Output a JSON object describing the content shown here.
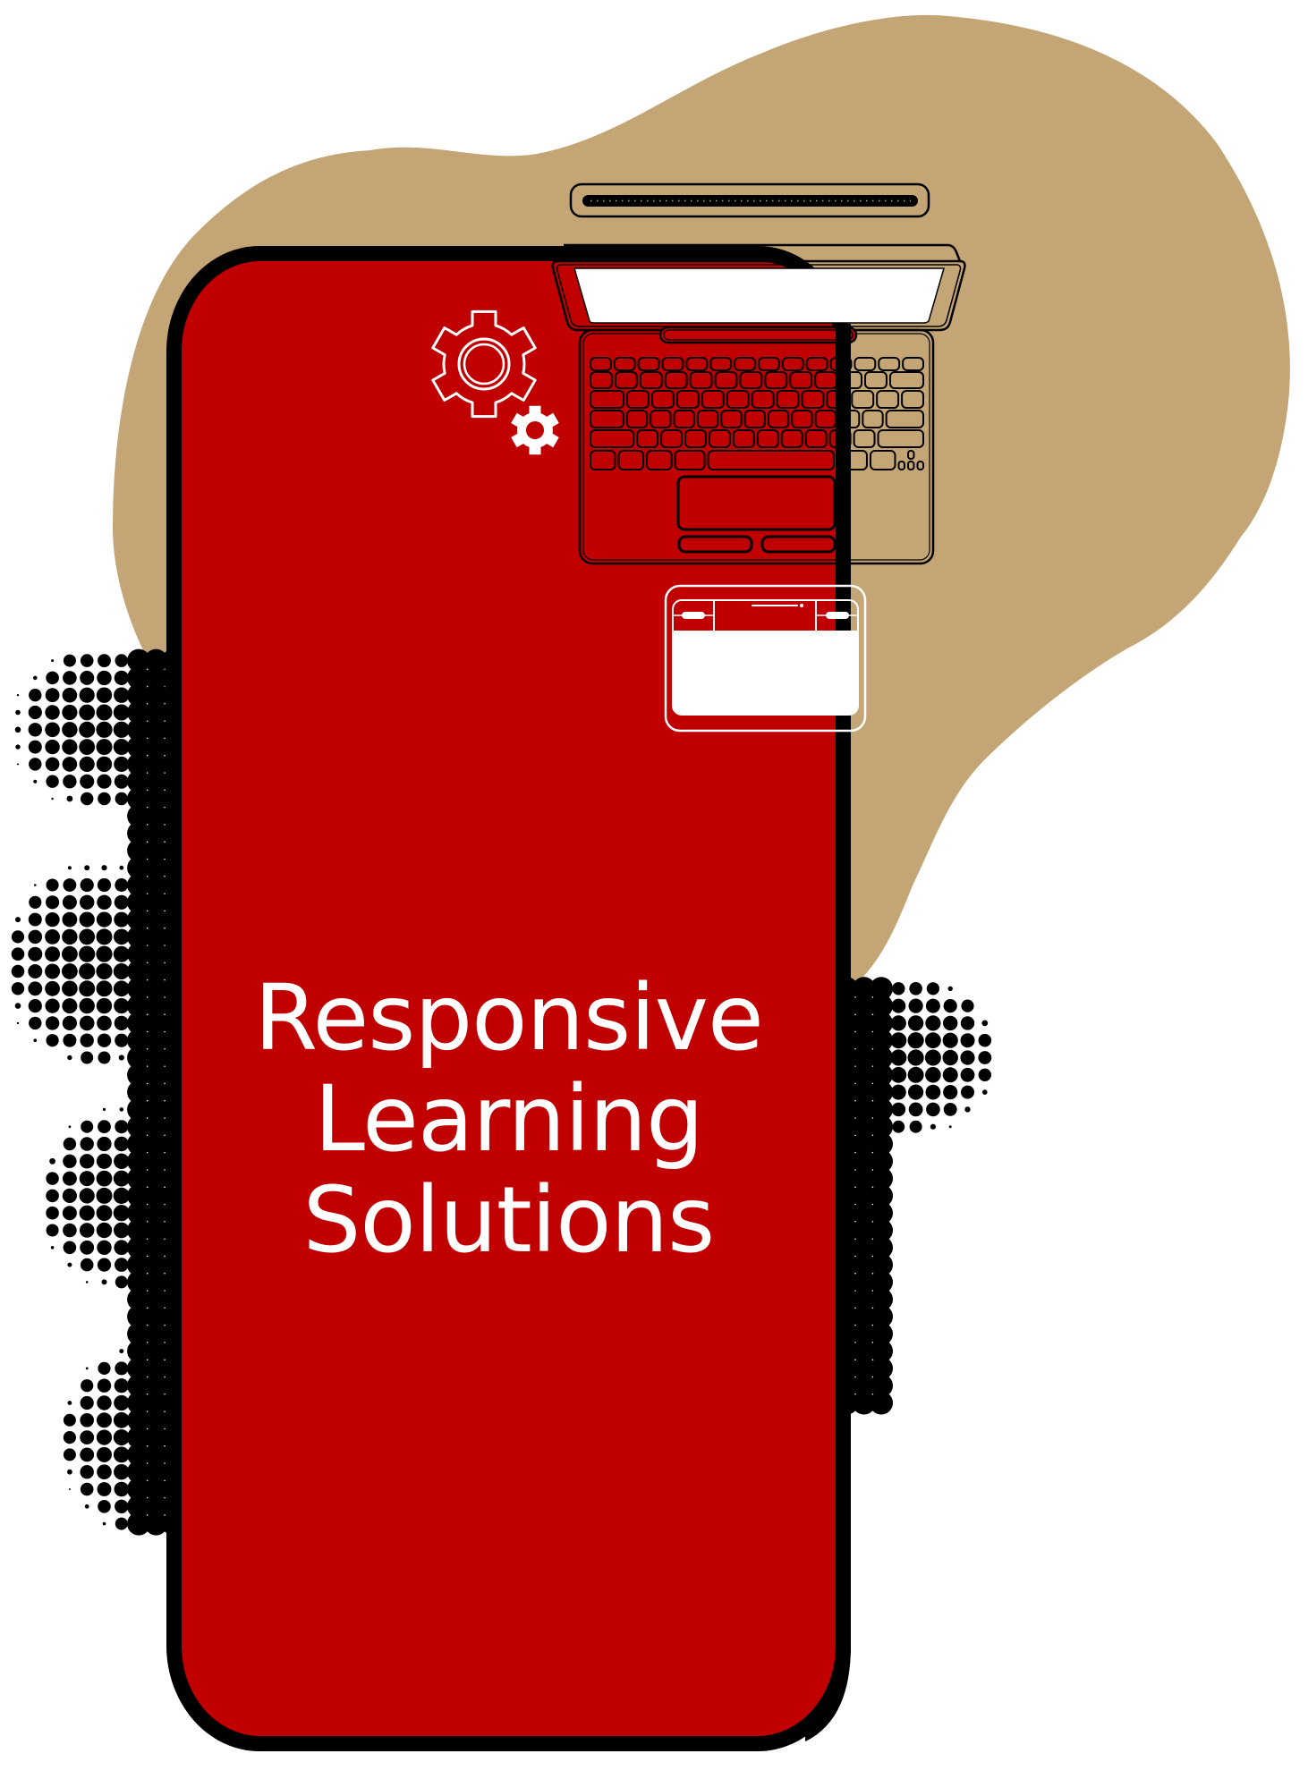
{
  "headline": {
    "lines": [
      "Responsive",
      "Learning",
      "Solutions"
    ]
  },
  "colors": {
    "background": "#FFFFFF",
    "blob": "#C4A575",
    "phone_screen": "#C00000",
    "phone_frame": "#000000",
    "icon_white": "#FFFFFF",
    "halftone": "#000000"
  },
  "illustration": {
    "phone": "smartphone-frame",
    "laptop": "laptop-top-view",
    "browser": "browser-window-icon",
    "gears": [
      "gear-outline-icon",
      "gear-solid-icon"
    ],
    "background_shape": "tan-blob",
    "texture": "halftone-dots"
  }
}
